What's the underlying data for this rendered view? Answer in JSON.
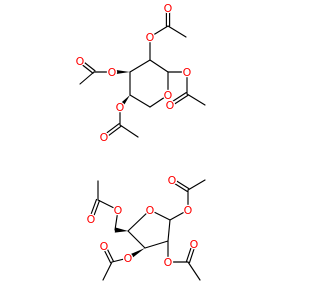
{
  "figure": {
    "type": "chemical-structures",
    "colors": {
      "background": "#ffffff",
      "bond": "#000000",
      "oxygen": "#ff0000"
    },
    "atom_labels": {
      "oxygen": "O"
    },
    "molecules": [
      {
        "name": "pyranose-tetraacetate",
        "ring": "six-membered",
        "ring_heteroatom": "O",
        "acetoxy_groups": 4
      },
      {
        "name": "furanose-tetraacetate",
        "ring": "five-membered",
        "ring_heteroatom": "O",
        "acetoxy_groups": 4
      }
    ]
  }
}
